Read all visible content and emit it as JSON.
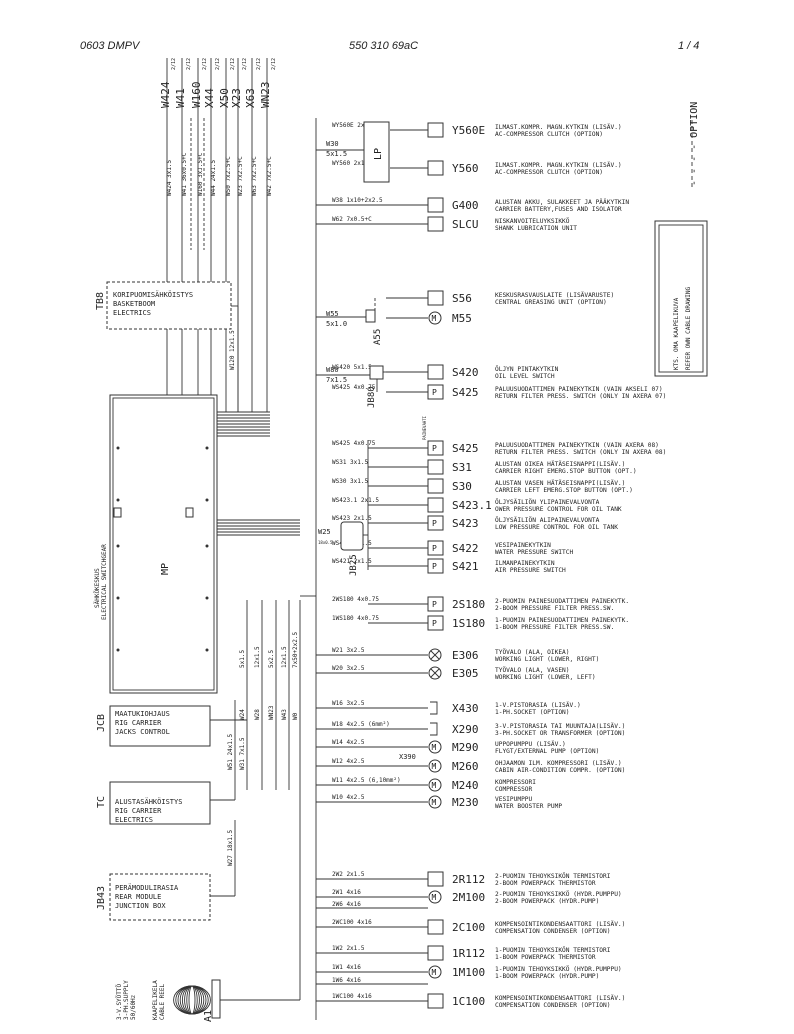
{
  "header": {
    "left": "0603 DMPV",
    "center": "550 310 69aC",
    "right": "1 /  4"
  },
  "option_label": "- - - - OPTION",
  "top_cables": [
    {
      "code": "W424",
      "sheet": "2/12",
      "spec": "3x1.5",
      "tag": "W424"
    },
    {
      "code": "W41",
      "sheet": "2/12",
      "spec": "36x0.5+C",
      "tag": "W41"
    },
    {
      "code": "W160",
      "sheet": "2/12",
      "spec": "3xJ.5+C",
      "tag": "W160"
    },
    {
      "code": "X44",
      "sheet": "2/12",
      "spec": "24x1.5",
      "tag": "W44"
    },
    {
      "code": "X50",
      "sheet": "2/12",
      "spec": "7x2.5+C",
      "tag": "W50"
    },
    {
      "code": "X23",
      "sheet": "2/12",
      "spec": "7x2.5+C",
      "tag": "W23"
    },
    {
      "code": "X63",
      "sheet": "2/12",
      "spec": "7x2.5+C",
      "tag": "W63"
    },
    {
      "code": "WN23",
      "sheet": "2/12",
      "spec": "7x2.5+C",
      "tag": "W42"
    }
  ],
  "left_modules": {
    "tb8": {
      "tag": "TB8",
      "lines": [
        "KORIPUOMISÄHKÖISTYS",
        "BASKETBOOM",
        "ELECTRICS"
      ],
      "cable": "W120",
      "spec": "12x1.5"
    },
    "mp": {
      "tag": "MP",
      "caption": [
        "SÄHKÖKESKUS",
        "ELECTRICAL SWITCHGEAR"
      ]
    },
    "jcb": {
      "tag": "JCB",
      "lines": [
        "MAATUKIOHJAUS",
        "RIG CARRIER",
        "JACKS CONTROL"
      ]
    },
    "tc": {
      "tag": "TC",
      "lines": [
        "ALUSTASÄHKÖISTYS",
        "RIG CARRIER",
        "ELECTRICS"
      ],
      "cable": "W51",
      "spec": "24x1.5",
      "cable2": "W31",
      "spec2": "7x1.5"
    },
    "jb43": {
      "tag": "JB43",
      "lines": [
        "PERÄMODULIRASIA",
        "REAR MODULE",
        "JUNCTION BOX"
      ],
      "cable": "W27",
      "spec": "18x1.5"
    },
    "a1": {
      "tag": "A1",
      "supply": [
        "3-V.SYÖTTÖ",
        "3-PH.SUPPLY",
        "50/60Hz"
      ],
      "reel": [
        "KAAPELIKELA",
        "CABLE REEL"
      ]
    }
  },
  "vert_cables": [
    {
      "code": "W24",
      "spec": "5x1.5"
    },
    {
      "code": "W28",
      "spec": "12x1.5"
    },
    {
      "code": "WN23",
      "spec": "5x2.5"
    },
    {
      "code": "W43",
      "spec": "12x1.5"
    },
    {
      "code": "W0",
      "spec": "7x50+2x2.5"
    }
  ],
  "lp": {
    "tag": "LP",
    "cable": "W30",
    "spec": "5x1.5"
  },
  "a55": {
    "tag": "A55",
    "cable": "W55",
    "spec": "5x1.0"
  },
  "jb80": {
    "tag": "JB80",
    "cable": "W80",
    "spec": "7x1.5"
  },
  "jb25": {
    "tag": "JB25",
    "cable": "W25",
    "spec": "18x0.5",
    "note": "PAINEVAHTI"
  },
  "components": [
    {
      "id": "Y560E",
      "wire": "WY560E",
      "spec": "2x1.5",
      "fi": "ILMAST.KOMPR. MAGN.KYTKIN (LISÄV.)",
      "en": "AC-COMPRESSOR CLUTCH (OPTION)"
    },
    {
      "id": "Y560",
      "wire": "WY560",
      "spec": "2x1.5",
      "fi": "ILMAST.KOMPR. MAGN.KYTKIN (LISÄV.)",
      "en": "AC-COMPRESSOR CLUTCH (OPTION)"
    },
    {
      "id": "G400",
      "wire": "W38",
      "spec": "1x10+2x2.5",
      "fi": "ALUSTAN AKKU, SULAKKEET JA PÄÄKYTKIN",
      "en": "CARRIER BATTERY,FUSES AND ISOLATOR"
    },
    {
      "id": "SLCU",
      "wire": "W62",
      "spec": "7x0.5+C",
      "fi": "NISKANVOITELUYKSIKKÖ",
      "en": "SHANK LUBRICATION UNIT"
    },
    {
      "id": "S56",
      "wire": "",
      "spec": "",
      "fi": "KESKUSRASVAUSLAITE (LISÄVARUSTE)",
      "en": "CENTRAL GREASING UNIT (OPTION)"
    },
    {
      "id": "M55",
      "wire": "",
      "spec": "",
      "fi": "",
      "en": ""
    },
    {
      "id": "S420",
      "wire": "WS420",
      "spec": "5x1.5",
      "fi": "ÖLJYN PINTAKYTKIN",
      "en": "OIL LEVEL SWITCH"
    },
    {
      "id": "S425",
      "wire": "WS425",
      "spec": "4x0.75",
      "fi": "PALUUSUODATTIMEN PAINEKYTKIN (VAIN AKSELI 07)",
      "en": "RETURN FILTER PRESS. SWITCH (ONLY IN AXERA 07)"
    },
    {
      "id": "S425",
      "wire": "WS425  4x0.75",
      "spec": "",
      "fi": "PALUUSUODATTIMEN PAINEKYTKIN (VAIN AXERA 08)",
      "en": "RETURN FILTER PRESS. SWITCH (ONLY IN AXERA 08)"
    },
    {
      "id": "S31",
      "wire": "WS31",
      "spec": "3x1.5",
      "fi": "ALUSTAN OIKEA HÄTÄSEISNAPPI(LISÄV.)",
      "en": "CARRIER RIGHT EMERG.STOP BUTTON (OPT.)"
    },
    {
      "id": "S30",
      "wire": "WS30",
      "spec": "3x1.5",
      "fi": "ALUSTAN VASEN HÄTÄSEISNAPPI(LISÄV.)",
      "en": "CARRIER LEFT EMERG.STOP BUTTON (OPT.)"
    },
    {
      "id": "S423.1",
      "wire": "WS423.1",
      "spec": "2x1.5",
      "fi": "ÖLJYSÄILIÖN YLIPAINEVALVONTA",
      "en": "OWER PRESSURE CONTROL FOR OIL TANK"
    },
    {
      "id": "S423",
      "wire": "WS423",
      "spec": "2x1.5",
      "fi": "ÖLJYSÄILIÖN ALIPAINEVALVONTA",
      "en": "LOW PRESSURE CONTROL FOR OIL TANK"
    },
    {
      "id": "S422",
      "wire": "WS422",
      "spec": "2x1.5",
      "fi": "VESIPAINEKYTKIN",
      "en": "WATER PRESSURE SWITCH"
    },
    {
      "id": "S421",
      "wire": "WS421",
      "spec": "2x1.5",
      "fi": "ILMANPAINEKYTKIN",
      "en": "AIR PRESSURE SWITCH"
    },
    {
      "id": "2S180",
      "wire": "2WS180",
      "spec": "4x0.75",
      "fi": "2-PUOMIN PAINESUODATTIMEN PAINEKYTK.",
      "en": "2-BOOM PRESSURE FILTER PRESS.SW."
    },
    {
      "id": "1S180",
      "wire": "1WS180",
      "spec": "4x0.75",
      "fi": "1-PUOMIN PAINESUODATTIMEN PAINEKYTK.",
      "en": "1-BOOM PRESSURE FILTER PRESS.SW."
    },
    {
      "id": "E306",
      "wire": "W21",
      "spec": "3x2.5",
      "fi": "TYÖVALO (ALA, OIKEA)",
      "en": "WORKING LIGHT (LOWER, RIGHT)"
    },
    {
      "id": "E305",
      "wire": "W20",
      "spec": "3x2.5",
      "fi": "TYÖVALO (ALA, VASEN)",
      "en": "WORKING LIGHT (LOWER, LEFT)"
    },
    {
      "id": "X430",
      "wire": "W16",
      "spec": "3x2.5",
      "fi": "1-V.PISTORASIA (LISÄV.)",
      "en": "1-PH.SOCKET (OPTION)"
    },
    {
      "id": "X290",
      "wire": "W18",
      "spec": "4x2.5 (6mm²)",
      "fi": "3-V.PISTORASIA TAI MUUNTAJA(LISÄV.)",
      "en": "3-PH.SOCKET OR TRANSFORMER (OPTION)"
    },
    {
      "id": "M290",
      "wire": "W14",
      "spec": "4x2.5",
      "fi": "UPPOPUMPPU (LISÄV.)",
      "en": "FLYGT/EXTERNAL PUMP (OPTION)"
    },
    {
      "id": "M260",
      "wire": "W12",
      "spec": "4x2.5",
      "fi": "OHJAAMON ILM. KOMPRESSORI (LISÄV.)",
      "en": "CABIN AIR-CONDITION COMPR. (OPTION)"
    },
    {
      "id": "M240",
      "wire": "W11",
      "spec": "4x2.5 (6,10mm²)",
      "fi": "KOMPRESSORI",
      "en": "COMPRESSOR"
    },
    {
      "id": "M230",
      "wire": "W10",
      "spec": "4x2.5",
      "fi": "VESIPUMPPU",
      "en": "WATER BOOSTER PUMP"
    },
    {
      "id": "2R112",
      "wire": "2W2",
      "spec": "2x1.5",
      "fi": "2-PUOMIN TEHOYKSIKÖN TERMISTORI",
      "en": "2-BOOM POWERPACK THERMISTOR"
    },
    {
      "id": "2M100",
      "wire": "2W1",
      "spec": "4x16",
      "fi": "2-PUOMIN TEHOYKSIKKÖ (HYDR.PUMPPU)",
      "en": "2-BOOM POWERPACK (HYDR.PUMP)"
    },
    {
      "id": "2C100",
      "wire": "2WC100",
      "spec": "4x16",
      "fi": "KOMPENSOINTIKONDENSAATTORI (LISÄV.)",
      "en": "COMPENSATION CONDENSER (OPTION)"
    },
    {
      "id": "1R112",
      "wire": "1W2",
      "spec": "2x1.5",
      "fi": "1-PUOMIN TEHOYKSIKÖN TERMISTORI",
      "en": "1-BOOM POWERPACK THERMISTOR"
    },
    {
      "id": "1M100",
      "wire": "1W1",
      "spec": "4x16",
      "fi": "1-PUOMIN TEHOYKSIKKÖ (HYDR.PUMPPU)",
      "en": "1-BOOM POWERPACK (HYDR.PUMP)"
    },
    {
      "id": "1C100",
      "wire": "1WC100",
      "spec": "4x16",
      "fi": "KOMPENSOINTIKONDENSAATTORI (LISÄV.)",
      "en": "COMPENSATION CONDENSER (OPTION)"
    }
  ],
  "extra_wires": {
    "w6a": "2W6",
    "w6a_spec": "4x16",
    "w6b": "1W6",
    "w6b_spec": "4x16",
    "x390": "X390"
  },
  "ref_box": {
    "fi": "KTS. OMA KAAPELIKUVA",
    "en": "REFER OWN CABLE DRAWING"
  }
}
